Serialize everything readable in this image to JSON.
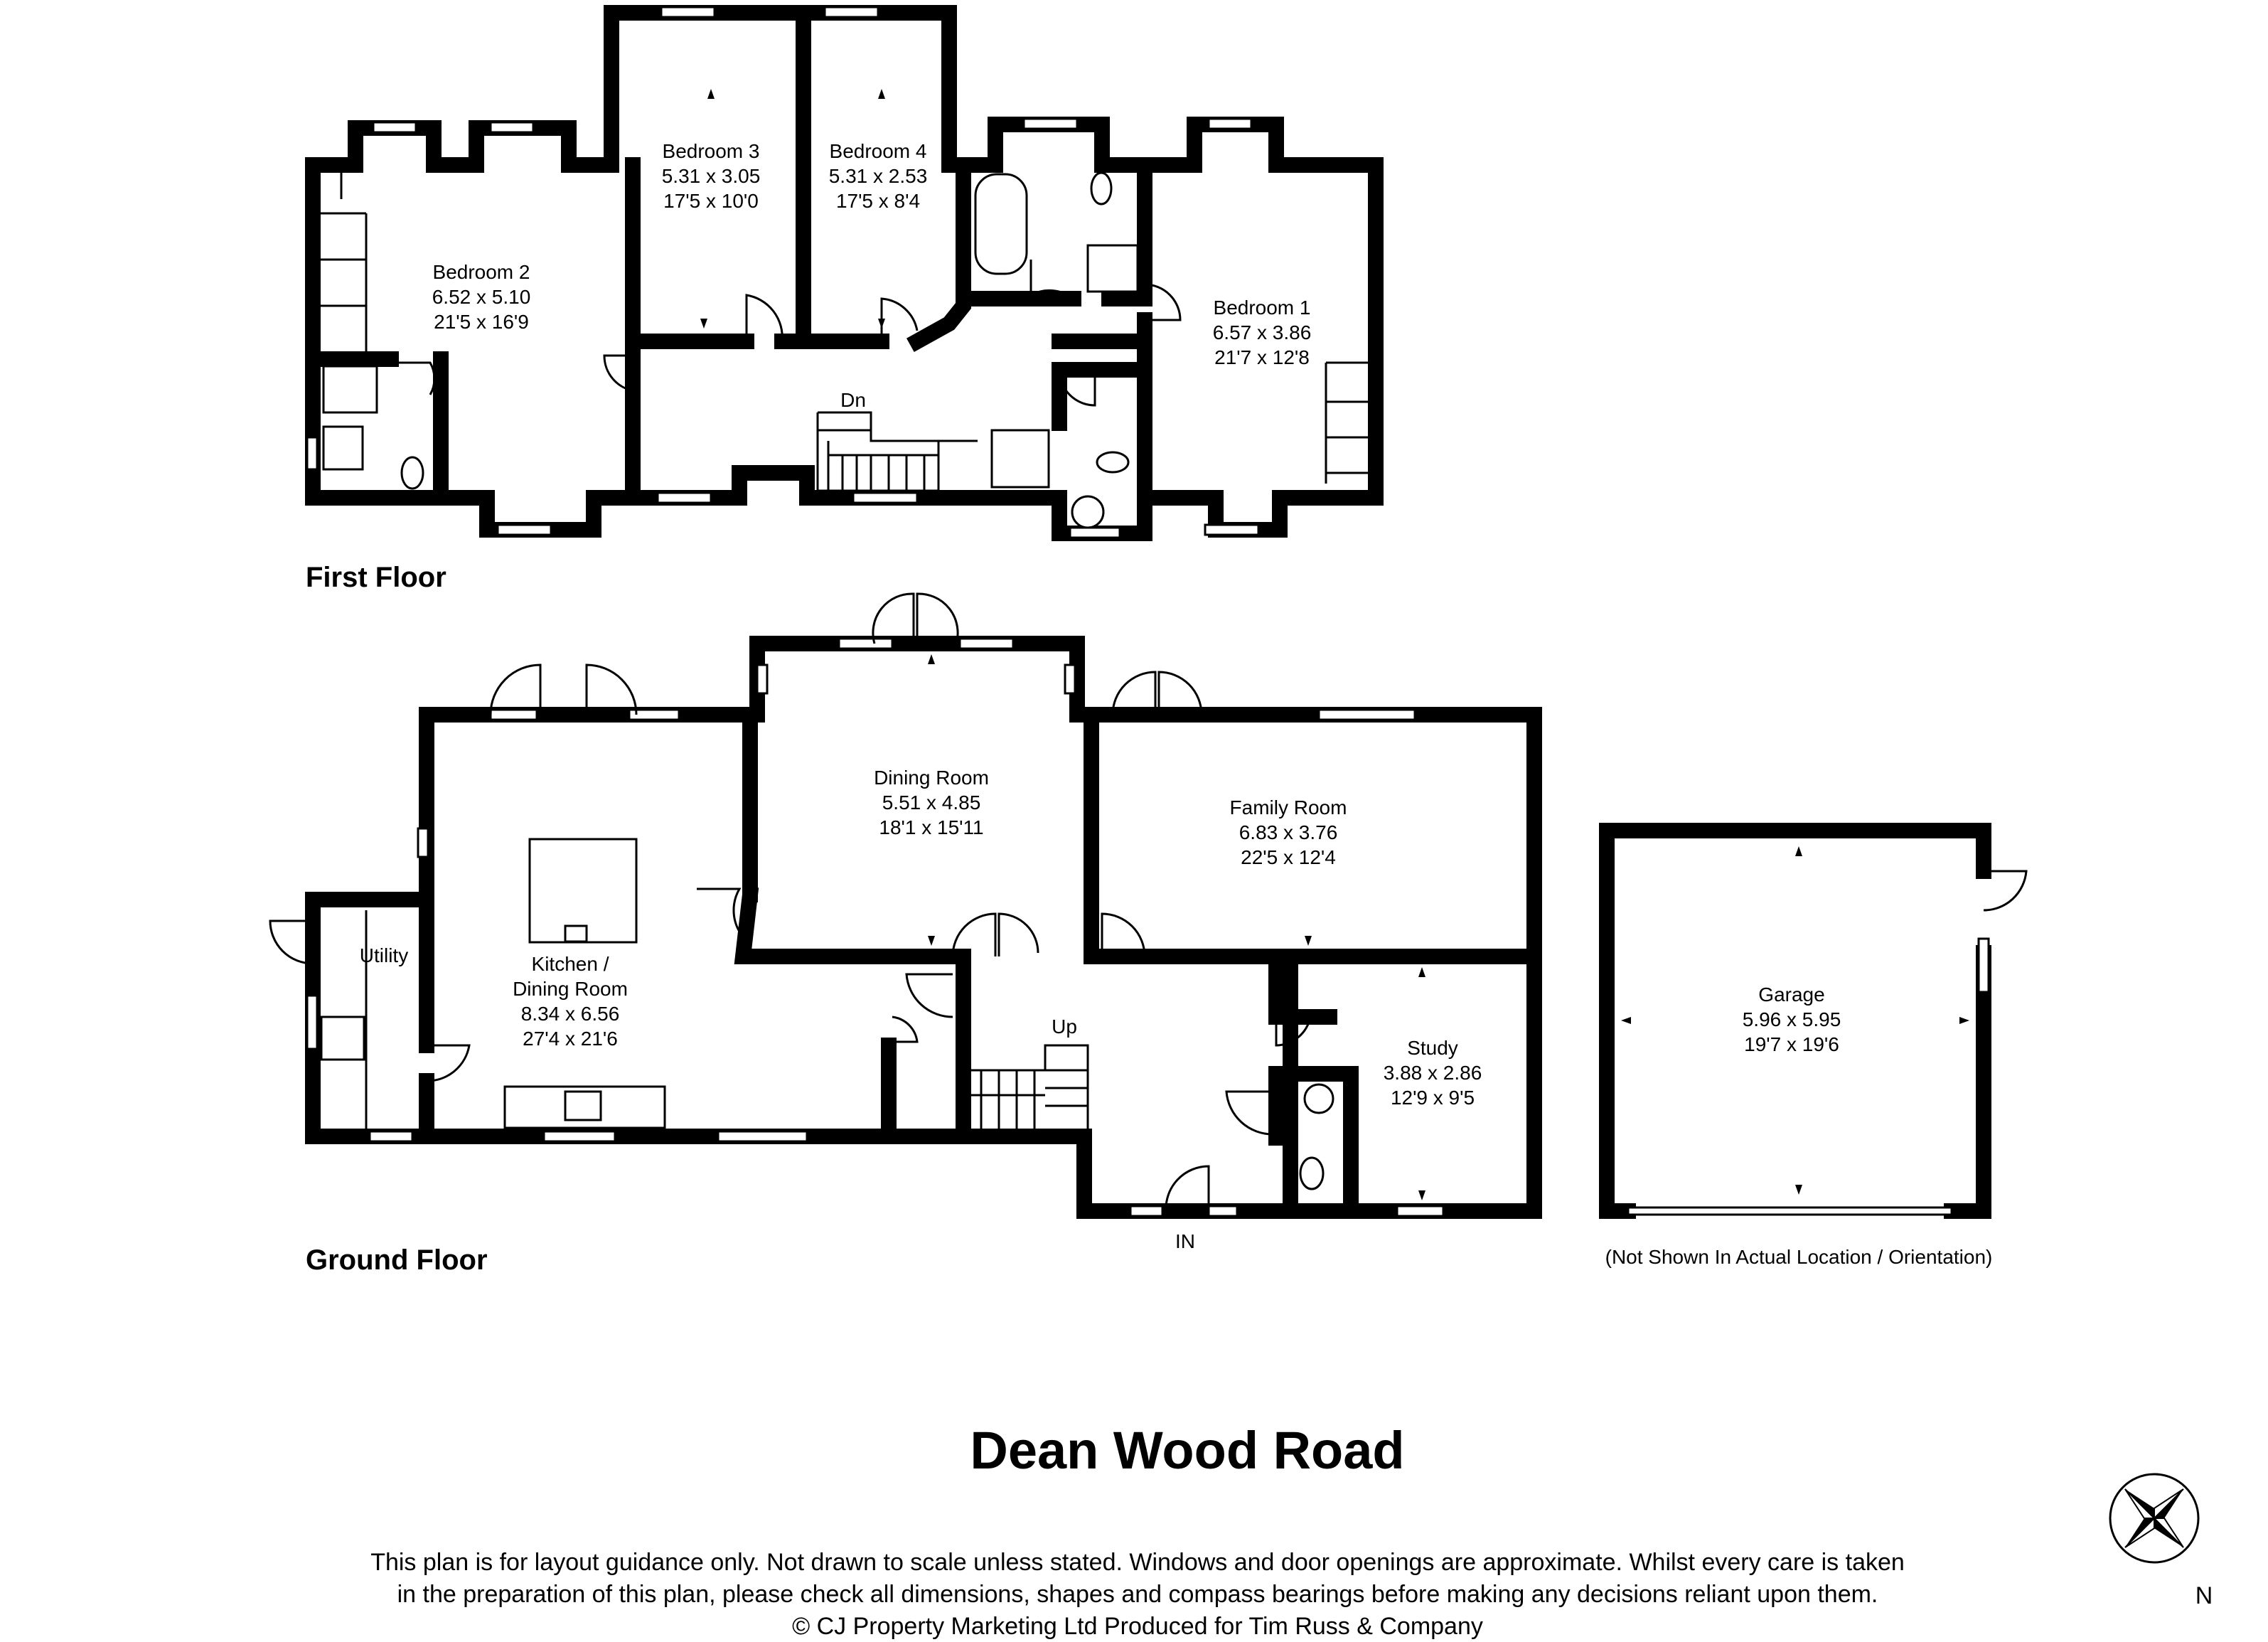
{
  "title": "Dean Wood Road",
  "floors": {
    "first": "First Floor",
    "ground": "Ground Floor"
  },
  "rooms": {
    "bedroom2": {
      "name": "Bedroom 2",
      "metric": "6.52 x 5.10",
      "imperial": "21'5 x 16'9"
    },
    "bedroom3": {
      "name": "Bedroom 3",
      "metric": "5.31 x 3.05",
      "imperial": "17'5 x 10'0"
    },
    "bedroom4": {
      "name": "Bedroom 4",
      "metric": "5.31 x 2.53",
      "imperial": "17'5 x 8'4"
    },
    "bedroom1": {
      "name": "Bedroom 1",
      "metric": "6.57 x 3.86",
      "imperial": "21'7 x 12'8"
    },
    "dining": {
      "name": "Dining Room",
      "metric": "5.51 x 4.85",
      "imperial": "18'1 x 15'11"
    },
    "family": {
      "name": "Family Room",
      "metric": "6.83 x 3.76",
      "imperial": "22'5 x 12'4"
    },
    "kitchen": {
      "name_line1": "Kitchen /",
      "name_line2": "Dining Room",
      "metric": "8.34 x 6.56",
      "imperial": "27'4 x 21'6"
    },
    "utility": {
      "name": "Utility"
    },
    "study": {
      "name": "Study",
      "metric": "3.88 x 2.86",
      "imperial": "12'9 x 9'5"
    },
    "garage": {
      "name": "Garage",
      "metric": "5.96 x 5.95",
      "imperial": "19'7 x 19'6"
    }
  },
  "stairs": {
    "down": "Dn",
    "up": "Up"
  },
  "entrance": "IN",
  "garage_note": "(Not Shown In Actual Location / Orientation)",
  "disclaimer": {
    "line1": "This plan is for layout guidance only. Not drawn to scale unless stated. Windows and door openings are approximate. Whilst every care is taken",
    "line2": "in the preparation of this plan, please check all dimensions, shapes and compass bearings before making any decisions reliant upon them.",
    "line3": "© CJ Property Marketing Ltd Produced for Tim Russ & Company"
  },
  "compass": "N"
}
